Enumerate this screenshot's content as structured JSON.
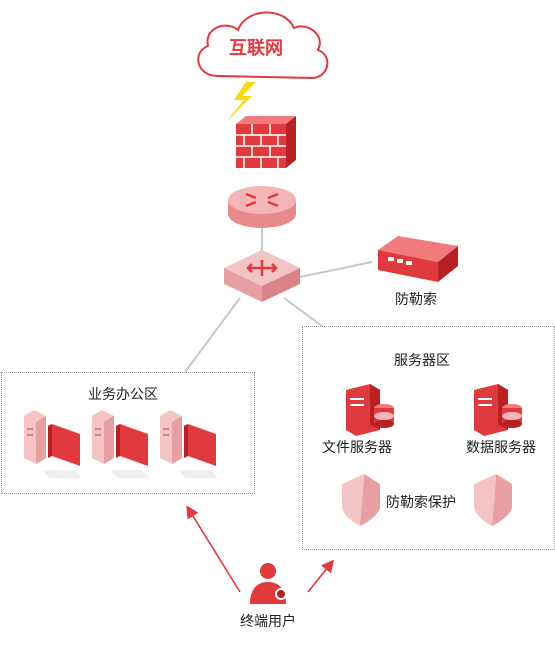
{
  "nodes": {
    "internet": {
      "label": "互联网",
      "icon": "cloud-icon"
    },
    "firewall": {
      "icon": "firewall-icon"
    },
    "router": {
      "icon": "router-icon"
    },
    "switch": {
      "icon": "switch-icon"
    },
    "ransomware_appliance": {
      "label": "防勒索",
      "icon": "appliance-icon"
    },
    "server_zone": {
      "label": "服务器区"
    },
    "file_server": {
      "label": "文件服务器",
      "icon": "server-icon"
    },
    "data_server": {
      "label": "数据服务器",
      "icon": "server-icon"
    },
    "ransomware_protection": {
      "label": "防勒索保护",
      "icon": "shield-icon"
    },
    "office_zone": {
      "label": "业务办公区",
      "icon": "desktop-computer-icon"
    },
    "end_user": {
      "label": "终端用户",
      "icon": "user-icon"
    }
  },
  "colors": {
    "accent": "#e03a3e",
    "accent_dark": "#b82124",
    "accent_light": "#f4b5b6",
    "line": "#c8c8c8",
    "box_border": "#9a9a9a",
    "lightning": "#f5d90a"
  }
}
